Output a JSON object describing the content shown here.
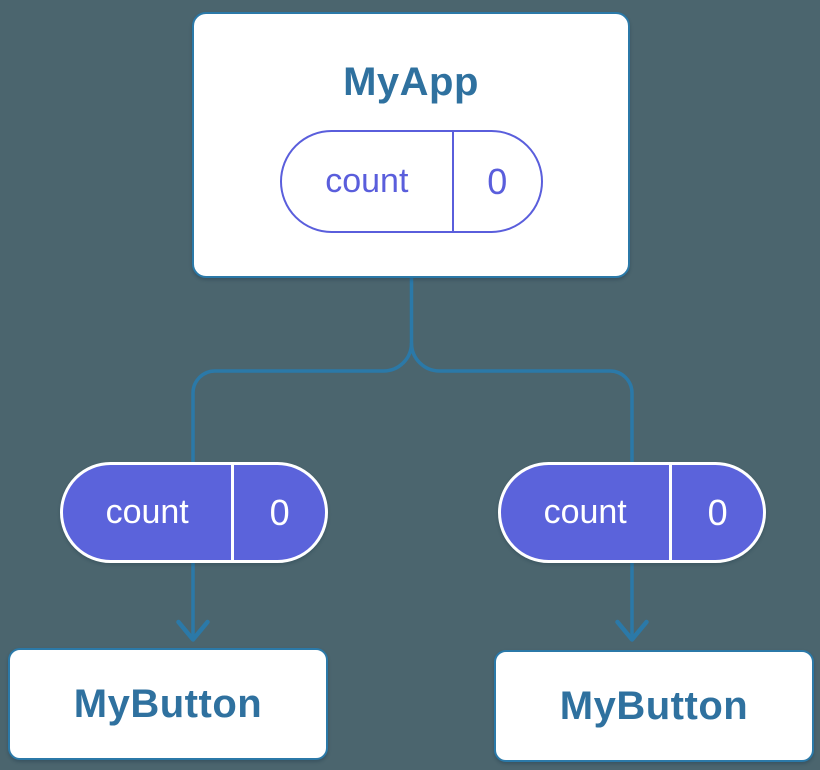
{
  "diagram": {
    "colors": {
      "bg": "#4B656E",
      "line": "#2B79A8",
      "title": "#2F719F",
      "indigo_fill": "#5B63DB",
      "indigo_line": "#5A5EDC"
    },
    "root": {
      "label": "MyApp",
      "state": {
        "key": "count",
        "value": "0"
      }
    },
    "children": [
      {
        "label": "MyButton",
        "prop": {
          "key": "count",
          "value": "0"
        }
      },
      {
        "label": "MyButton",
        "prop": {
          "key": "count",
          "value": "0"
        }
      }
    ]
  }
}
